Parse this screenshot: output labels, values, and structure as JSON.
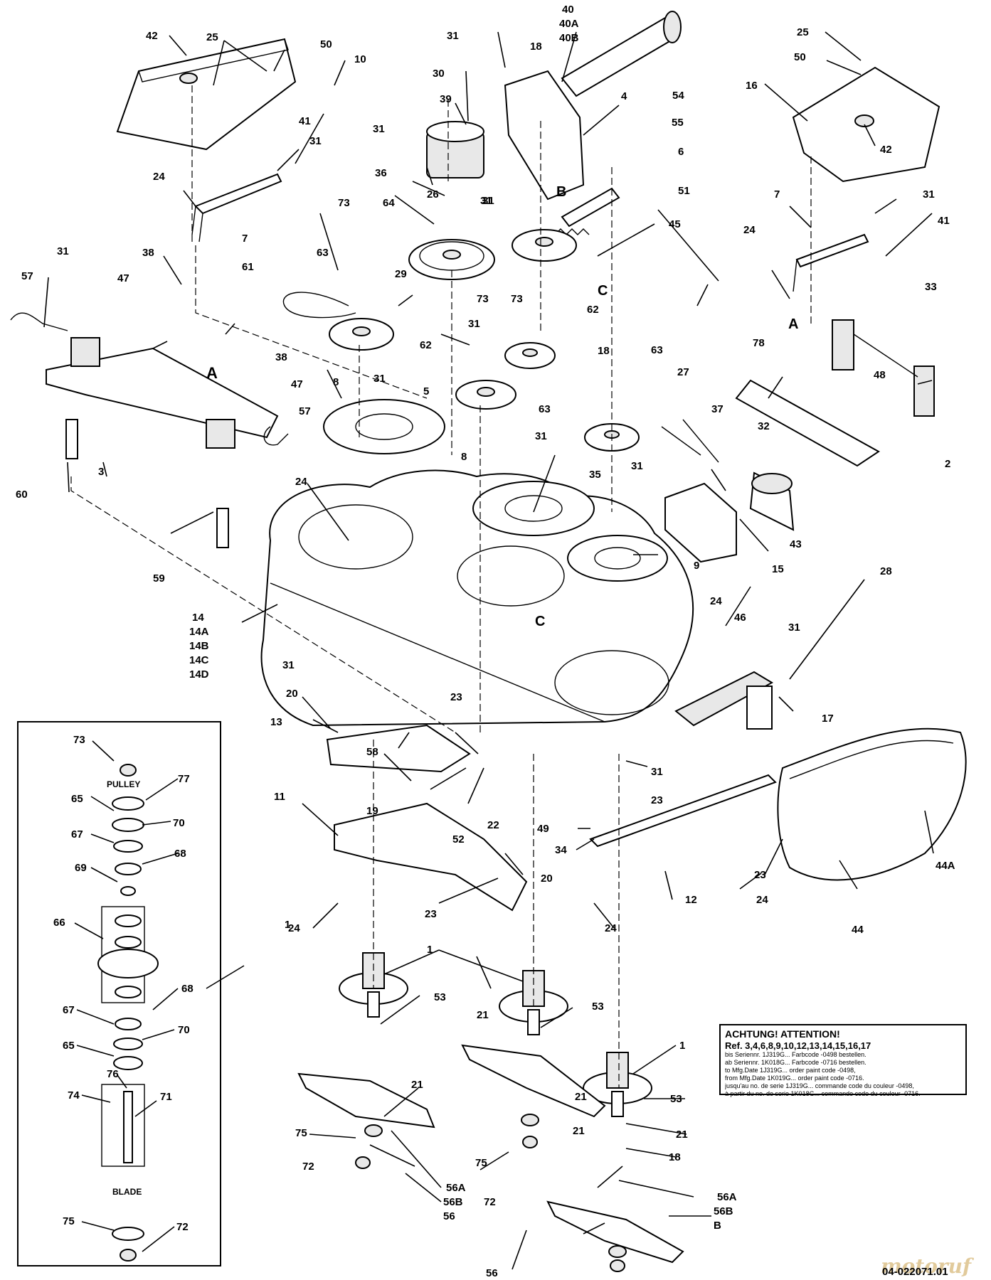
{
  "diagram": {
    "callouts": [
      {
        "id": "c40",
        "text": "40"
      },
      {
        "id": "c40a",
        "text": "40A"
      },
      {
        "id": "c40b",
        "text": "40B"
      },
      {
        "id": "c42a",
        "text": "42"
      },
      {
        "id": "c25a",
        "text": "25"
      },
      {
        "id": "c50a",
        "text": "50"
      },
      {
        "id": "c10",
        "text": "10"
      },
      {
        "id": "c31a",
        "text": "31"
      },
      {
        "id": "c18a",
        "text": "18"
      },
      {
        "id": "c25b",
        "text": "25"
      },
      {
        "id": "c50b",
        "text": "50"
      },
      {
        "id": "c30",
        "text": "30"
      },
      {
        "id": "c4",
        "text": "4"
      },
      {
        "id": "c39",
        "text": "39"
      },
      {
        "id": "c54",
        "text": "54"
      },
      {
        "id": "c16",
        "text": "16"
      },
      {
        "id": "c41a",
        "text": "41"
      },
      {
        "id": "c31b",
        "text": "31"
      },
      {
        "id": "c31c",
        "text": "31"
      },
      {
        "id": "c55",
        "text": "55"
      },
      {
        "id": "c42b",
        "text": "42"
      },
      {
        "id": "c36",
        "text": "36"
      },
      {
        "id": "c26",
        "text": "26"
      },
      {
        "id": "c6",
        "text": "6"
      },
      {
        "id": "c24a",
        "text": "24"
      },
      {
        "id": "c7a",
        "text": "7"
      },
      {
        "id": "c7b",
        "text": "7"
      },
      {
        "id": "c31d",
        "text": "31"
      },
      {
        "id": "c51",
        "text": "51"
      },
      {
        "id": "c64",
        "text": "64"
      },
      {
        "id": "c31e",
        "text": "31"
      },
      {
        "id": "c24b",
        "text": "24"
      },
      {
        "id": "c41b",
        "text": "41"
      },
      {
        "id": "c45",
        "text": "45"
      },
      {
        "id": "c31f",
        "text": "31"
      },
      {
        "id": "c38a",
        "text": "38"
      },
      {
        "id": "c73a",
        "text": "73"
      },
      {
        "id": "c63a",
        "text": "63"
      },
      {
        "id": "c61",
        "text": "61"
      },
      {
        "id": "c29",
        "text": "29"
      },
      {
        "id": "c62a",
        "text": "62"
      },
      {
        "id": "c33",
        "text": "33"
      },
      {
        "id": "c57a",
        "text": "57"
      },
      {
        "id": "c47a",
        "text": "47"
      },
      {
        "id": "c73b",
        "text": "73"
      },
      {
        "id": "c31g",
        "text": "31"
      },
      {
        "id": "c18b",
        "text": "18"
      },
      {
        "id": "c31h",
        "text": "31"
      },
      {
        "id": "c62b",
        "text": "62"
      },
      {
        "id": "c73c",
        "text": "73"
      },
      {
        "id": "c78",
        "text": "78"
      },
      {
        "id": "c63b",
        "text": "63"
      },
      {
        "id": "c38b",
        "text": "38"
      },
      {
        "id": "c27",
        "text": "27"
      },
      {
        "id": "c48",
        "text": "48"
      },
      {
        "id": "c31i",
        "text": "31"
      },
      {
        "id": "c8a",
        "text": "8"
      },
      {
        "id": "c5",
        "text": "5"
      },
      {
        "id": "c63c",
        "text": "63"
      },
      {
        "id": "c47b",
        "text": "47"
      },
      {
        "id": "c37",
        "text": "37"
      },
      {
        "id": "c32",
        "text": "32"
      },
      {
        "id": "c57b",
        "text": "57"
      },
      {
        "id": "c2",
        "text": "2"
      },
      {
        "id": "c3",
        "text": "3"
      },
      {
        "id": "c31j",
        "text": "31"
      },
      {
        "id": "c8b",
        "text": "8"
      },
      {
        "id": "c60",
        "text": "60"
      },
      {
        "id": "c24c",
        "text": "24"
      },
      {
        "id": "c31k",
        "text": "31"
      },
      {
        "id": "c35",
        "text": "35"
      },
      {
        "id": "c43",
        "text": "43"
      },
      {
        "id": "c9",
        "text": "9"
      },
      {
        "id": "c15",
        "text": "15"
      },
      {
        "id": "c59",
        "text": "59"
      },
      {
        "id": "c28",
        "text": "28"
      },
      {
        "id": "c24d",
        "text": "24"
      },
      {
        "id": "c14",
        "text": "14"
      },
      {
        "id": "c14a",
        "text": "14A"
      },
      {
        "id": "c14b",
        "text": "14B"
      },
      {
        "id": "c14c",
        "text": "14C"
      },
      {
        "id": "c14d",
        "text": "14D"
      },
      {
        "id": "c31l",
        "text": "31"
      },
      {
        "id": "c46",
        "text": "46"
      },
      {
        "id": "c31m",
        "text": "31"
      },
      {
        "id": "c23a",
        "text": "23"
      },
      {
        "id": "c20a",
        "text": "20"
      },
      {
        "id": "c17",
        "text": "17"
      },
      {
        "id": "c13",
        "text": "13"
      },
      {
        "id": "c58",
        "text": "58"
      },
      {
        "id": "c31n",
        "text": "31"
      },
      {
        "id": "c73d",
        "text": "73"
      },
      {
        "id": "c77",
        "text": "77"
      },
      {
        "id": "c11",
        "text": "11"
      },
      {
        "id": "c23b",
        "text": "23"
      },
      {
        "id": "c65a",
        "text": "65"
      },
      {
        "id": "c70a",
        "text": "70"
      },
      {
        "id": "c19",
        "text": "19"
      },
      {
        "id": "c22",
        "text": "22"
      },
      {
        "id": "c49",
        "text": "49"
      },
      {
        "id": "c67a",
        "text": "67"
      },
      {
        "id": "c68a",
        "text": "68"
      },
      {
        "id": "c52",
        "text": "52"
      },
      {
        "id": "c34",
        "text": "34"
      },
      {
        "id": "c23c",
        "text": "23"
      },
      {
        "id": "c69",
        "text": "69"
      },
      {
        "id": "c20b",
        "text": "20"
      },
      {
        "id": "c44a",
        "text": "44A"
      },
      {
        "id": "c12",
        "text": "12"
      },
      {
        "id": "c66",
        "text": "66"
      },
      {
        "id": "c24e",
        "text": "24"
      },
      {
        "id": "c23d",
        "text": "23"
      },
      {
        "id": "c24f",
        "text": "24"
      },
      {
        "id": "c44",
        "text": "44"
      },
      {
        "id": "c24g",
        "text": "24"
      },
      {
        "id": "c1a",
        "text": "1"
      },
      {
        "id": "c1b",
        "text": "1"
      },
      {
        "id": "c68b",
        "text": "68"
      },
      {
        "id": "c53a",
        "text": "53"
      },
      {
        "id": "c53b",
        "text": "53"
      },
      {
        "id": "c67b",
        "text": "67"
      },
      {
        "id": "c21a",
        "text": "21"
      },
      {
        "id": "c70b",
        "text": "70"
      },
      {
        "id": "c1c",
        "text": "1"
      },
      {
        "id": "c65b",
        "text": "65"
      },
      {
        "id": "c76",
        "text": "76"
      },
      {
        "id": "c21b",
        "text": "21"
      },
      {
        "id": "c21c",
        "text": "21"
      },
      {
        "id": "c74",
        "text": "74"
      },
      {
        "id": "c71",
        "text": "71"
      },
      {
        "id": "c75a",
        "text": "75"
      },
      {
        "id": "c53c",
        "text": "53"
      },
      {
        "id": "c72a",
        "text": "72"
      },
      {
        "id": "c21d",
        "text": "21"
      },
      {
        "id": "c21e",
        "text": "21"
      },
      {
        "id": "c75b",
        "text": "75"
      },
      {
        "id": "c18c",
        "text": "18"
      },
      {
        "id": "c72b",
        "text": "72"
      },
      {
        "id": "c75c",
        "text": "75"
      },
      {
        "id": "c72c",
        "text": "72"
      },
      {
        "id": "c56",
        "text": "56"
      },
      {
        "id": "c56a",
        "text": "56A"
      },
      {
        "id": "c56b",
        "text": "56B"
      },
      {
        "id": "c56r",
        "text": "56"
      },
      {
        "id": "c56ar",
        "text": "56A"
      },
      {
        "id": "c56br",
        "text": "56B"
      },
      {
        "id": "cB1",
        "text": "B"
      },
      {
        "id": "cB2",
        "text": "B"
      },
      {
        "id": "cA1",
        "text": "A"
      },
      {
        "id": "cA2",
        "text": "A"
      },
      {
        "id": "cC1",
        "text": "C"
      },
      {
        "id": "cC2",
        "text": "C"
      }
    ],
    "inset_labels": {
      "pulley": "PULLEY",
      "blade": "BLADE"
    },
    "notice": {
      "heading": "ACHTUNG! ATTENTION!",
      "refs": "Ref. 3,4,6,8,9,10,12,13,14,15,16,17",
      "lines": [
        "bis Seriennr. 1J319G... Farbcode -0498 bestellen.",
        "ab Seriennr. 1K018G... Farbcode -0716 bestellen.",
        "to Mfg.Date 1J319G... order paint code -0498,",
        "from Mfg.Date 1K019G... order paint code -0716.",
        "jusqu'au no. de serie 1J319G... commande code du couleur -0498,",
        "à partir du no. de serie 1K018G... commande code du couleur -0716."
      ]
    },
    "drawing_id": "04-022071.01",
    "watermark": "motoruf"
  }
}
